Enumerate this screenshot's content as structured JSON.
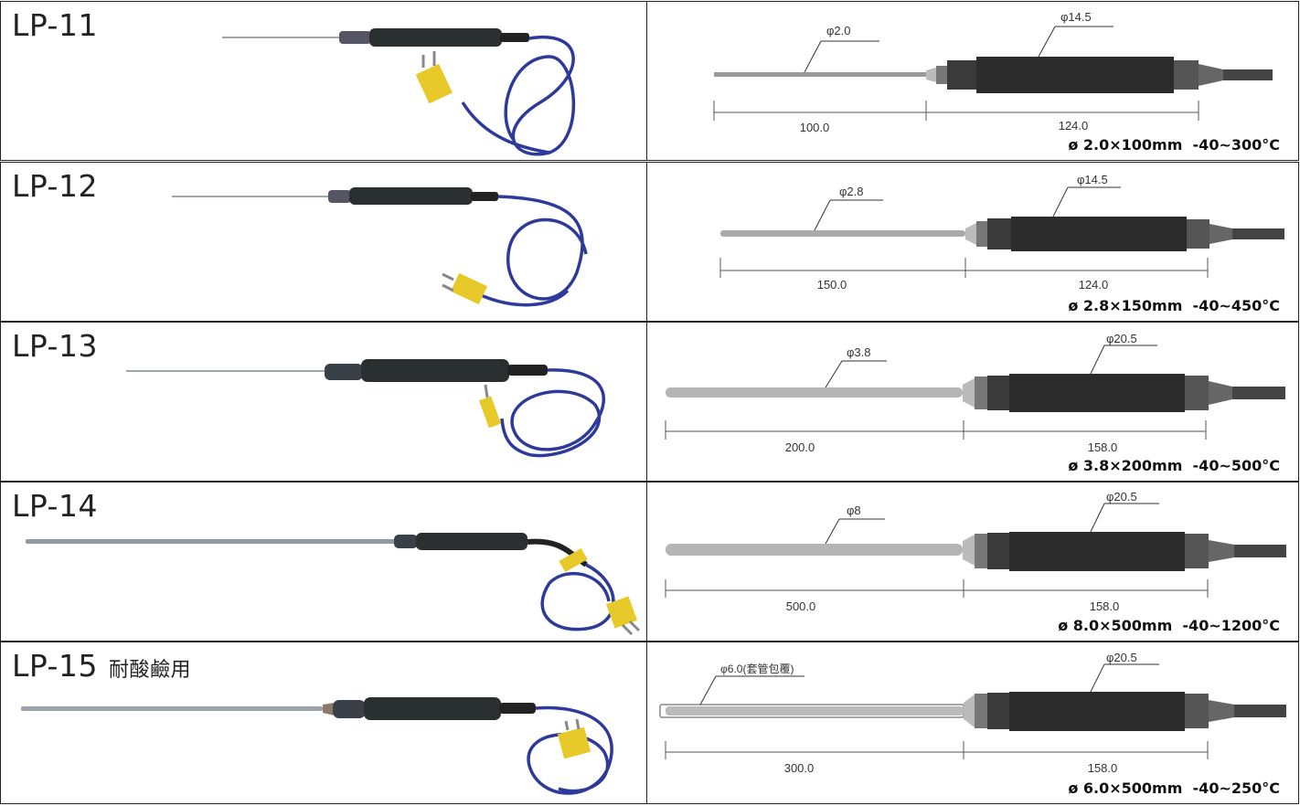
{
  "rows": [
    {
      "model": "LP-11",
      "note": "",
      "dia_label": "φ2.0",
      "handle_label": "φ14.5",
      "len1": "100.0",
      "len2": "124.0",
      "spec": "ø 2.0×100mm  -40~300°C"
    },
    {
      "model": "LP-12",
      "note": "",
      "dia_label": "φ2.8",
      "handle_label": "φ14.5",
      "len1": "150.0",
      "len2": "124.0",
      "spec": "ø 2.8×150mm  -40~450°C"
    },
    {
      "model": "LP-13",
      "note": "",
      "dia_label": "φ3.8",
      "handle_label": "φ20.5",
      "len1": "200.0",
      "len2": "158.0",
      "spec": "ø 3.8×200mm  -40~500°C"
    },
    {
      "model": "LP-14",
      "note": "",
      "dia_label": "φ8",
      "handle_label": "φ20.5",
      "len1": "500.0",
      "len2": "158.0",
      "spec": "ø 8.0×500mm  -40~1200°C"
    },
    {
      "model": "LP-15",
      "note": "耐酸鹼用",
      "dia_label": "φ6.0(套管包覆)",
      "handle_label": "φ20.5",
      "len1": "300.0",
      "len2": "158.0",
      "spec": "ø 6.0×500mm  -40~250°C"
    }
  ]
}
